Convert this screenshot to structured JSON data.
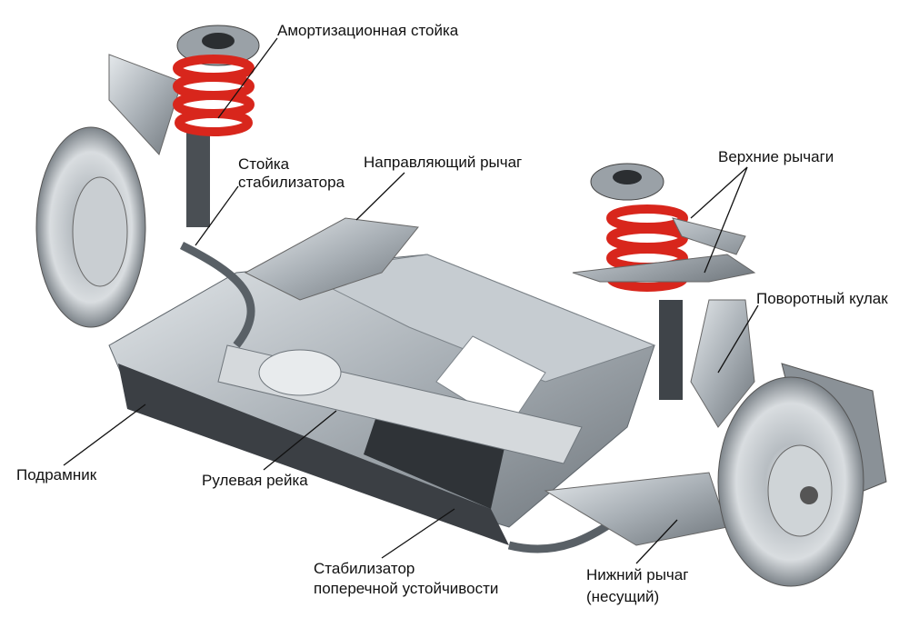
{
  "labels": {
    "shock_strut": "Амортизационная стойка",
    "stabilizer_link_1": "Стойка",
    "stabilizer_link_2": "стабилизатора",
    "guide_arm": "Направляющий рычаг",
    "upper_arms": "Верхние рычаги",
    "steering_knuckle": "Поворотный кулак",
    "subframe": "Подрамник",
    "steering_rack": "Рулевая рейка",
    "stabilizer_bar_1": "Стабилизатор",
    "stabilizer_bar_2": "поперечной устойчивости",
    "lower_arm_1": "Нижний рычаг",
    "lower_arm_2": "(несущий)"
  },
  "colors": {
    "spring": "#d8261c",
    "metal": "#a9b0b6",
    "dark": "#3b3f44"
  }
}
